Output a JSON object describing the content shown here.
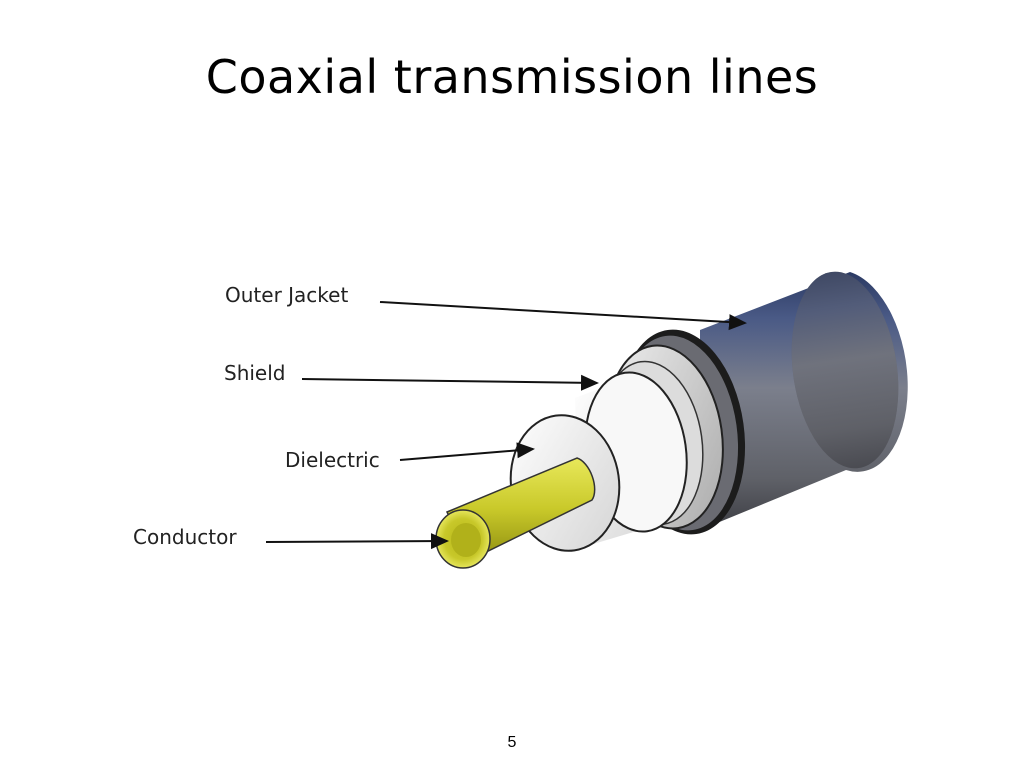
{
  "slide": {
    "title": "Coaxial transmission lines",
    "page_number": "5"
  },
  "diagram": {
    "labels": {
      "outer_jacket": "Outer Jacket",
      "shield": "Shield",
      "dielectric": "Dielectric",
      "conductor": "Conductor"
    },
    "colors": {
      "jacket": "#3d4a6a",
      "shield": "#c9c9c9",
      "dielectric": "#f5f5f5",
      "conductor": "#c8c820"
    }
  }
}
